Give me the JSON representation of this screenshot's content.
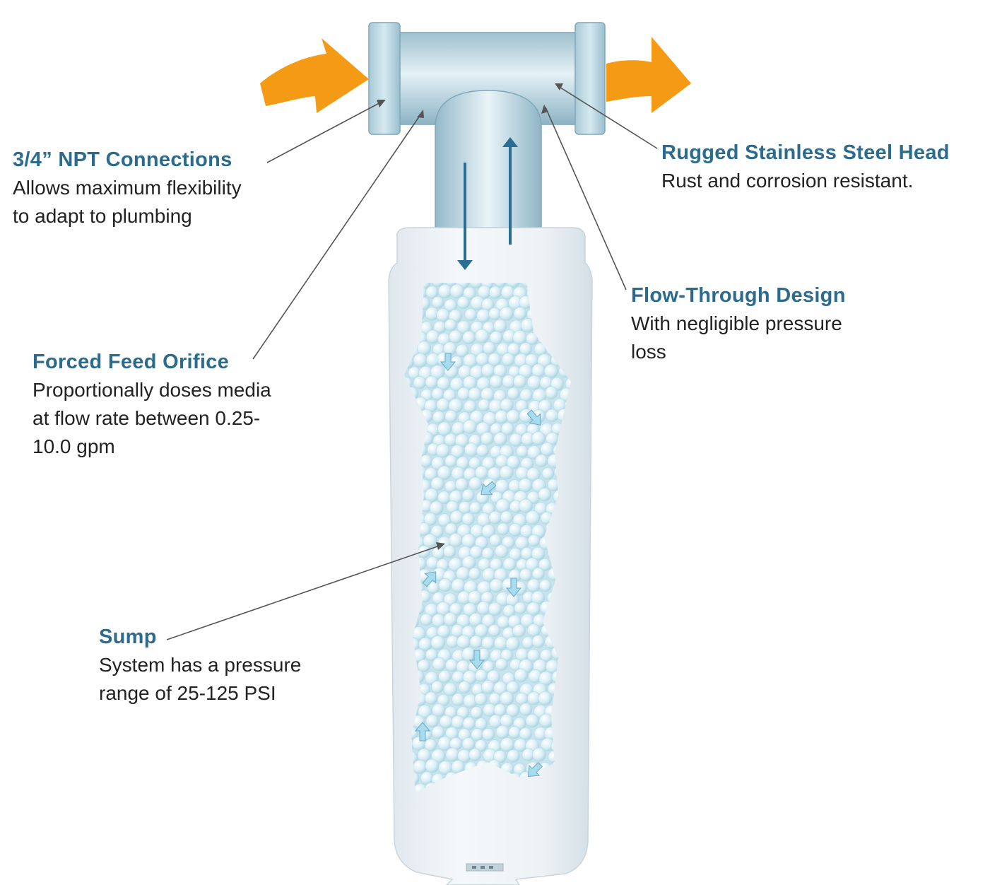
{
  "colors": {
    "title": "#2c6b8c",
    "text": "#222222",
    "arrow_orange": "#f49a14",
    "flow_arrow": "#2b6e94",
    "leader_line": "#555555",
    "steel_light": "#dcebf2",
    "steel_mid": "#9fc2d1",
    "housing": "#e9eff3",
    "media_bead": "#d4ebf3",
    "media_arrow": "#a7dbef"
  },
  "callouts": {
    "npt": {
      "title": "3/4” NPT Connections",
      "desc": "Allows maximum flexibility\nto adapt to plumbing"
    },
    "head": {
      "title": "Rugged Stainless Steel Head",
      "desc": "Rust and corrosion resistant."
    },
    "flow": {
      "title": "Flow-Through Design",
      "desc": "With negligible pressure\nloss"
    },
    "orifice": {
      "title": "Forced Feed Orifice",
      "desc": "Proportionally doses media\nat flow rate between 0.25-\n10.0 gpm"
    },
    "sump": {
      "title": "Sump",
      "desc": "System has a pressure\nrange of 25-125 PSI"
    }
  },
  "icons": {
    "inlet": "curved-arrow-inlet-icon",
    "outlet": "curved-arrow-outlet-icon",
    "flow_down": "arrow-down-icon",
    "flow_up": "arrow-up-icon"
  }
}
